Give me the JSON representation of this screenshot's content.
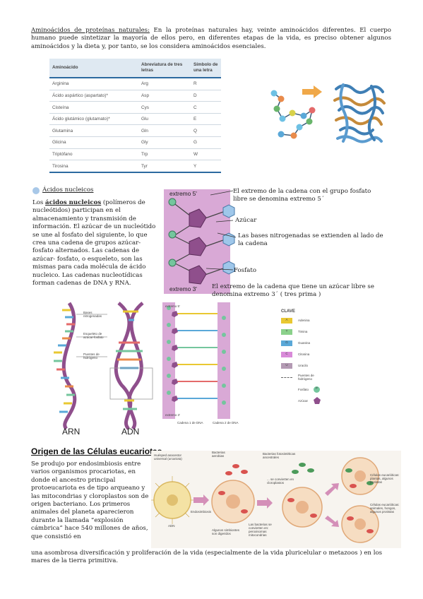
{
  "section1": {
    "heading": "Aminoácidos de proteínas naturales:",
    "paragraph": " En la proteínas naturales hay, veinte aminoácidos diferentes. El cuerpo humano puede sintetizar la mayoría de ellos pero, en diferentes etapas de la vida, es preciso obtener algunos aminoácidos y la dieta y, por tanto, se los considera aminoácidos esenciales."
  },
  "table": {
    "headers": [
      "Aminoácido",
      "Abreviatura de tres letras",
      "Símbolo de una letra"
    ],
    "rows": [
      [
        "Arginina",
        "Arg",
        "R"
      ],
      [
        "Ácido aspártico (aspartato)*",
        "Asp",
        "D"
      ],
      [
        "Cisteína",
        "Cys",
        "C"
      ],
      [
        "Ácido glutámico (glutamato)*",
        "Glu",
        "E"
      ],
      [
        "Glutamina",
        "Gln",
        "Q"
      ],
      [
        "Glicina",
        "Gly",
        "G"
      ],
      [
        "Triptófano",
        "Trp",
        "W"
      ],
      [
        "Tirosina",
        "Tyr",
        "Y"
      ]
    ]
  },
  "section2": {
    "heading": "Ácidos nucleicos",
    "p_lead": "Los ",
    "p_bold": "ácidos nucleicos",
    "p_rest": " (polímeros de nucleótidos) participan en el almacenamiento y transmisión de información. El azúcar de un nucleótido se une al fosfato del siguiente, lo que crea una cadena de grupos azúcar- fosfato alternados. Las cadenas de azúcar- fosfato, o esqueleto, son las mismas para cada molécula de ácido nucleico. Las cadenas nucleotídicas forman cadenas de DNA y RNA.",
    "diagram": {
      "top_label": "extremo 5'",
      "bottom_label": "extremo 3'",
      "callout_5": "El extremo de la cadena con el grupo fosfato libre se denomina extremo 5´",
      "callout_sugar": "Azúcar",
      "callout_bases": "Las bases nitrogenadas se extienden al lado de la cadena",
      "callout_phosphate": "Fosfato",
      "callout_3": "El extremo de la cadena que tiene un azúcar libre se denomina extremo 3´ ( tres prima )"
    },
    "helix_labels": {
      "rna": "ARN",
      "dna": "ADN",
      "bases": "Bases nitrogenadas",
      "backbone": "Esqueleto de azúcar-fosfato",
      "hbonds": "Puentes de hidrógeno",
      "strand1": "Cadena 1 de DNA",
      "strand2": "Cadena 2 de DNA",
      "end5": "extremo 5'",
      "end3": "extremo 3'"
    },
    "key": {
      "title": "CLAVE",
      "items": [
        {
          "code": "A",
          "name": "Adenina"
        },
        {
          "code": "T",
          "name": "Timina"
        },
        {
          "code": "G",
          "name": "Guanina"
        },
        {
          "code": "C",
          "name": "Citosina"
        },
        {
          "code": "U",
          "name": "Uracilo"
        },
        {
          "code": "",
          "name": "Puentes de hidrógeno"
        },
        {
          "code": "P",
          "name": "Fosfato"
        },
        {
          "code": "",
          "name": "Azúcar"
        }
      ]
    }
  },
  "section3": {
    "heading": "Origen de las Células eucariotas.",
    "paragraph_col": "Se produjo por endosimbiosis entre varios organismos procariotas, en donde el ancestro principal protoeucariota es de tipo arqueano y las mitocondrias y cloroplastos son de origen bacteriano. Los primeros animales del planeta aparecieron durante la llamada “explosión cámbrica” hace 540 millones de años, que consistió en",
    "paragraph_full": "una asombrosa diversificación y proliferación de la vida (especialmente de la vida pluricelular o metazoos ) en los mares de la tierra primitiva.",
    "figure_labels": {
      "ancestor": "Huésped anacestor universal (urcariota)",
      "dna": "ADN",
      "endosymbiosis": "Endosimbiosis",
      "aerobic": "Bacterias aerobias",
      "symbionts": "Algunos simbiontes son digeridos",
      "peroxisomes": "Las bacterias se convierten en: peroxisomas mitocondrias",
      "photosynthetic": "Bacterias fotosintéticas ancestrales",
      "chloroplasts": "... se convierten en cloroplastos",
      "plants": "Células eucarióticas: plantas, algunos protistas",
      "animals": "Células eucarióticas: animales, hongos, algunos protistas"
    }
  },
  "colors": {
    "table_header": "#dfe9f2",
    "table_rule": "#2c6aa0",
    "backbone_band": "#d9a9d6",
    "pentagon": "#8f4f8c",
    "base_green": "#74c69d",
    "arrow_orange": "#f0a848",
    "cell_fill": "#f6ddc2"
  }
}
